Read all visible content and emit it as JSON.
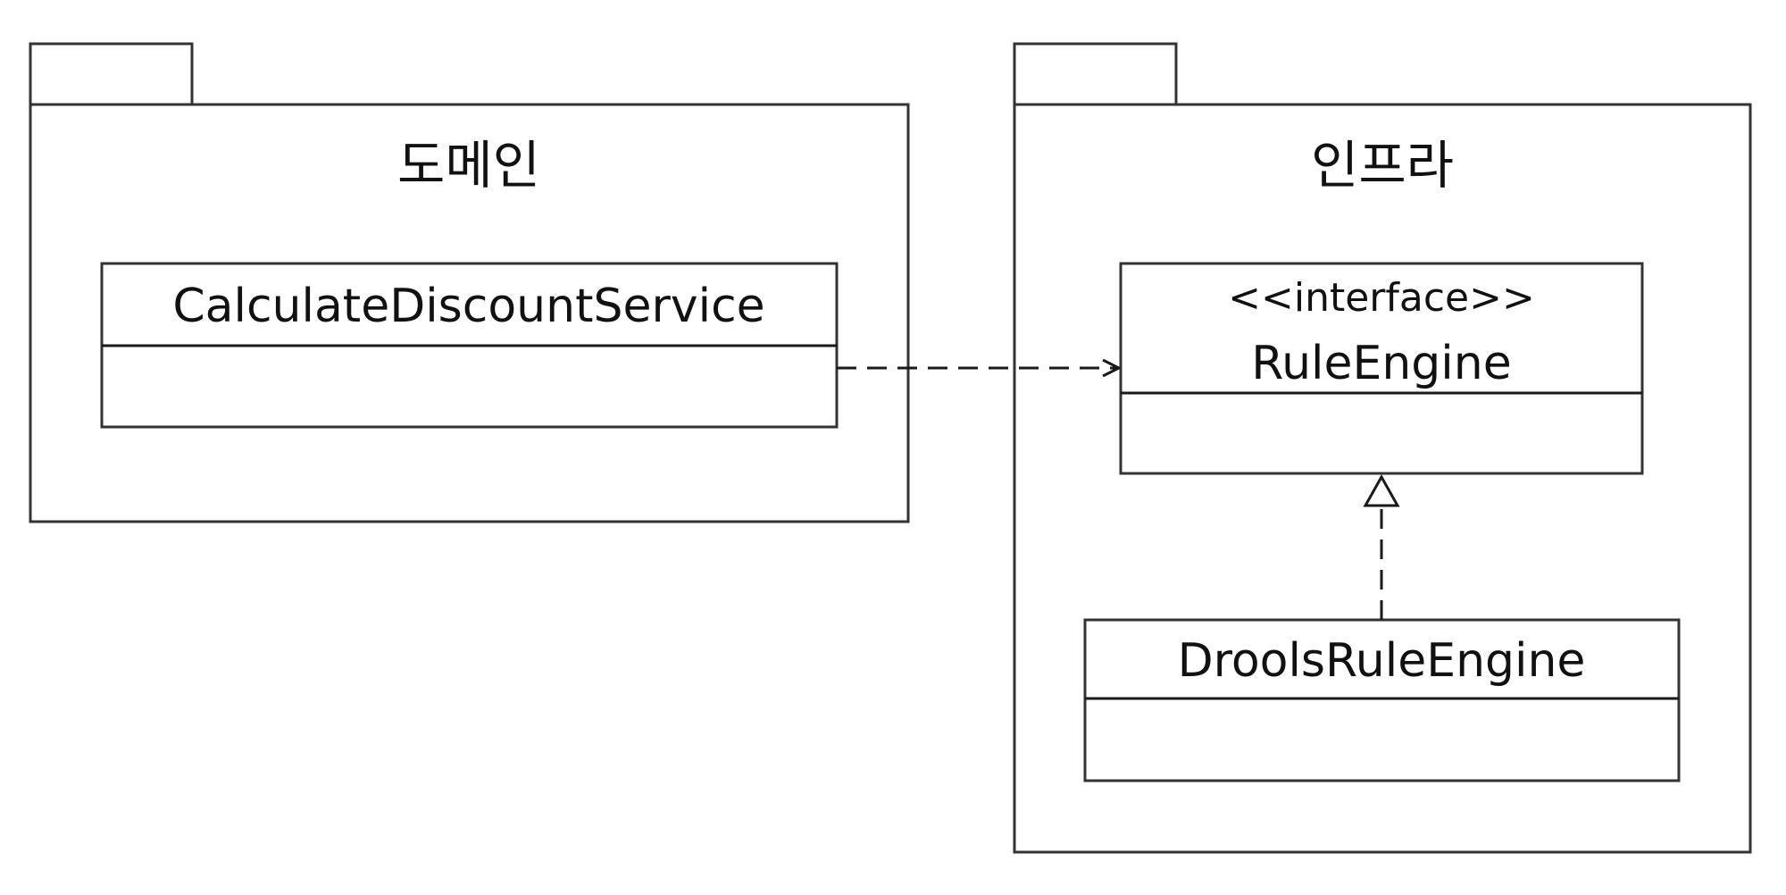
{
  "packages": {
    "domain": {
      "name": "도메인",
      "classes": {
        "calculate": {
          "name": "CalculateDiscountService"
        }
      }
    },
    "infra": {
      "name": "인프라",
      "classes": {
        "rule_engine": {
          "stereotype": "<<interface>>",
          "name": "RuleEngine"
        },
        "drools": {
          "name": "DroolsRuleEngine"
        }
      }
    }
  }
}
